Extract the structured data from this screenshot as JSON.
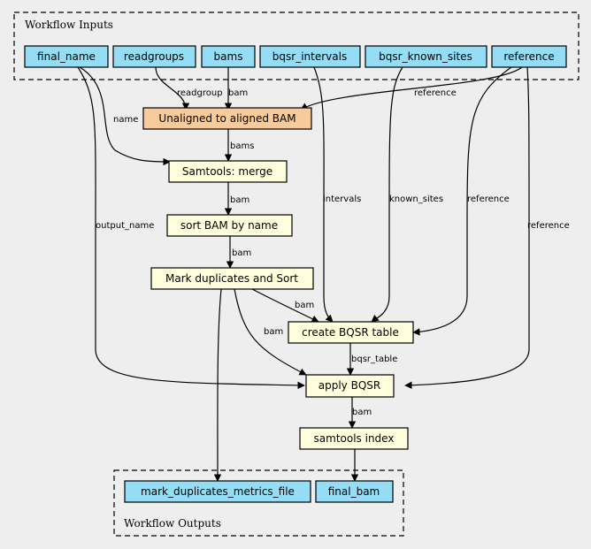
{
  "clusters": {
    "inputs_label": "Workflow Inputs",
    "outputs_label": "Workflow Outputs"
  },
  "inputs": {
    "final_name": "final_name",
    "readgroups": "readgroups",
    "bams": "bams",
    "bqsr_intervals": "bqsr_intervals",
    "bqsr_known_sites": "bqsr_known_sites",
    "reference": "reference"
  },
  "steps": {
    "align": "Unaligned to aligned BAM",
    "merge": "Samtools: merge",
    "sort": "sort BAM by name",
    "markdup": "Mark duplicates and Sort",
    "bqsr_table": "create BQSR table",
    "apply_bqsr": "apply BQSR",
    "index": "samtools index"
  },
  "outputs": {
    "metrics": "mark_duplicates_metrics_file",
    "final_bam": "final_bam"
  },
  "edge_labels": {
    "readgroup": "readgroup",
    "bam_align": "bam",
    "reference_align": "reference",
    "name": "name",
    "bams": "bams",
    "bam_sort": "bam",
    "bam_markdup": "bam",
    "output_name": "output_name",
    "intervals": "intervals",
    "known_sites": "known_sites",
    "reference_bqsr": "reference",
    "reference_apply": "reference",
    "bam_table": "bam",
    "bam_apply": "bam",
    "bqsr_table": "bqsr_table",
    "bam_index": "bam"
  },
  "colors": {
    "input_fill": "#94ddf4",
    "step_fill": "#ffffdd",
    "highlight_fill": "#f7cb9b",
    "output_fill": "#94ddf4",
    "cluster_border": "#000000",
    "background": "#eeeeee"
  }
}
